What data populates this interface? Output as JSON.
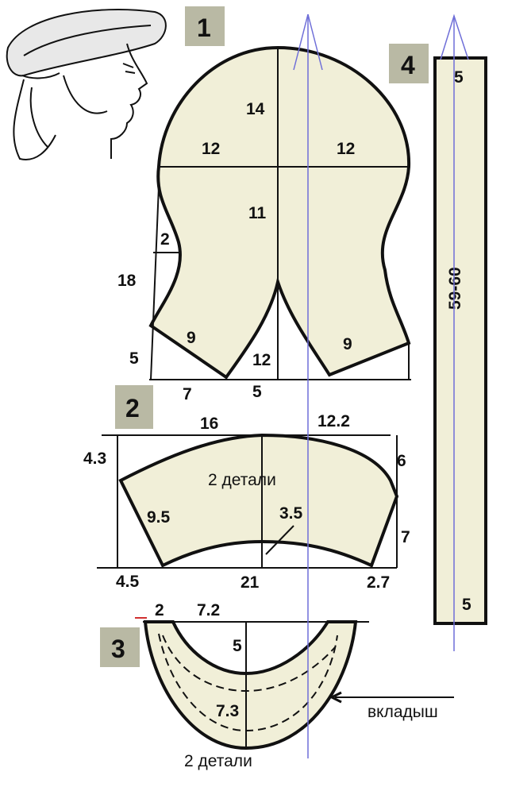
{
  "pieces": {
    "p1": {
      "number": "1",
      "labels": [
        "14",
        "12",
        "12",
        "11",
        "2",
        "18",
        "9",
        "9",
        "5",
        "12",
        "7",
        "5"
      ]
    },
    "p2": {
      "number": "2",
      "labels": [
        "16",
        "12.2",
        "4.3",
        "6",
        "9.5",
        "3.5",
        "7",
        "4.5",
        "21",
        "2.7"
      ],
      "note": "2 детали"
    },
    "p3": {
      "number": "3",
      "labels": [
        "2",
        "7.2",
        "5",
        "7.3"
      ],
      "note": "2 детали",
      "insert_label": "вкладыш"
    },
    "p4": {
      "number": "4",
      "labels": [
        "5",
        "59-60",
        "5"
      ]
    }
  },
  "colors": {
    "fabric": "#f1efd8",
    "badge": "#b9b9a4",
    "grainline": "#6f6fd8",
    "outline": "#111111"
  }
}
